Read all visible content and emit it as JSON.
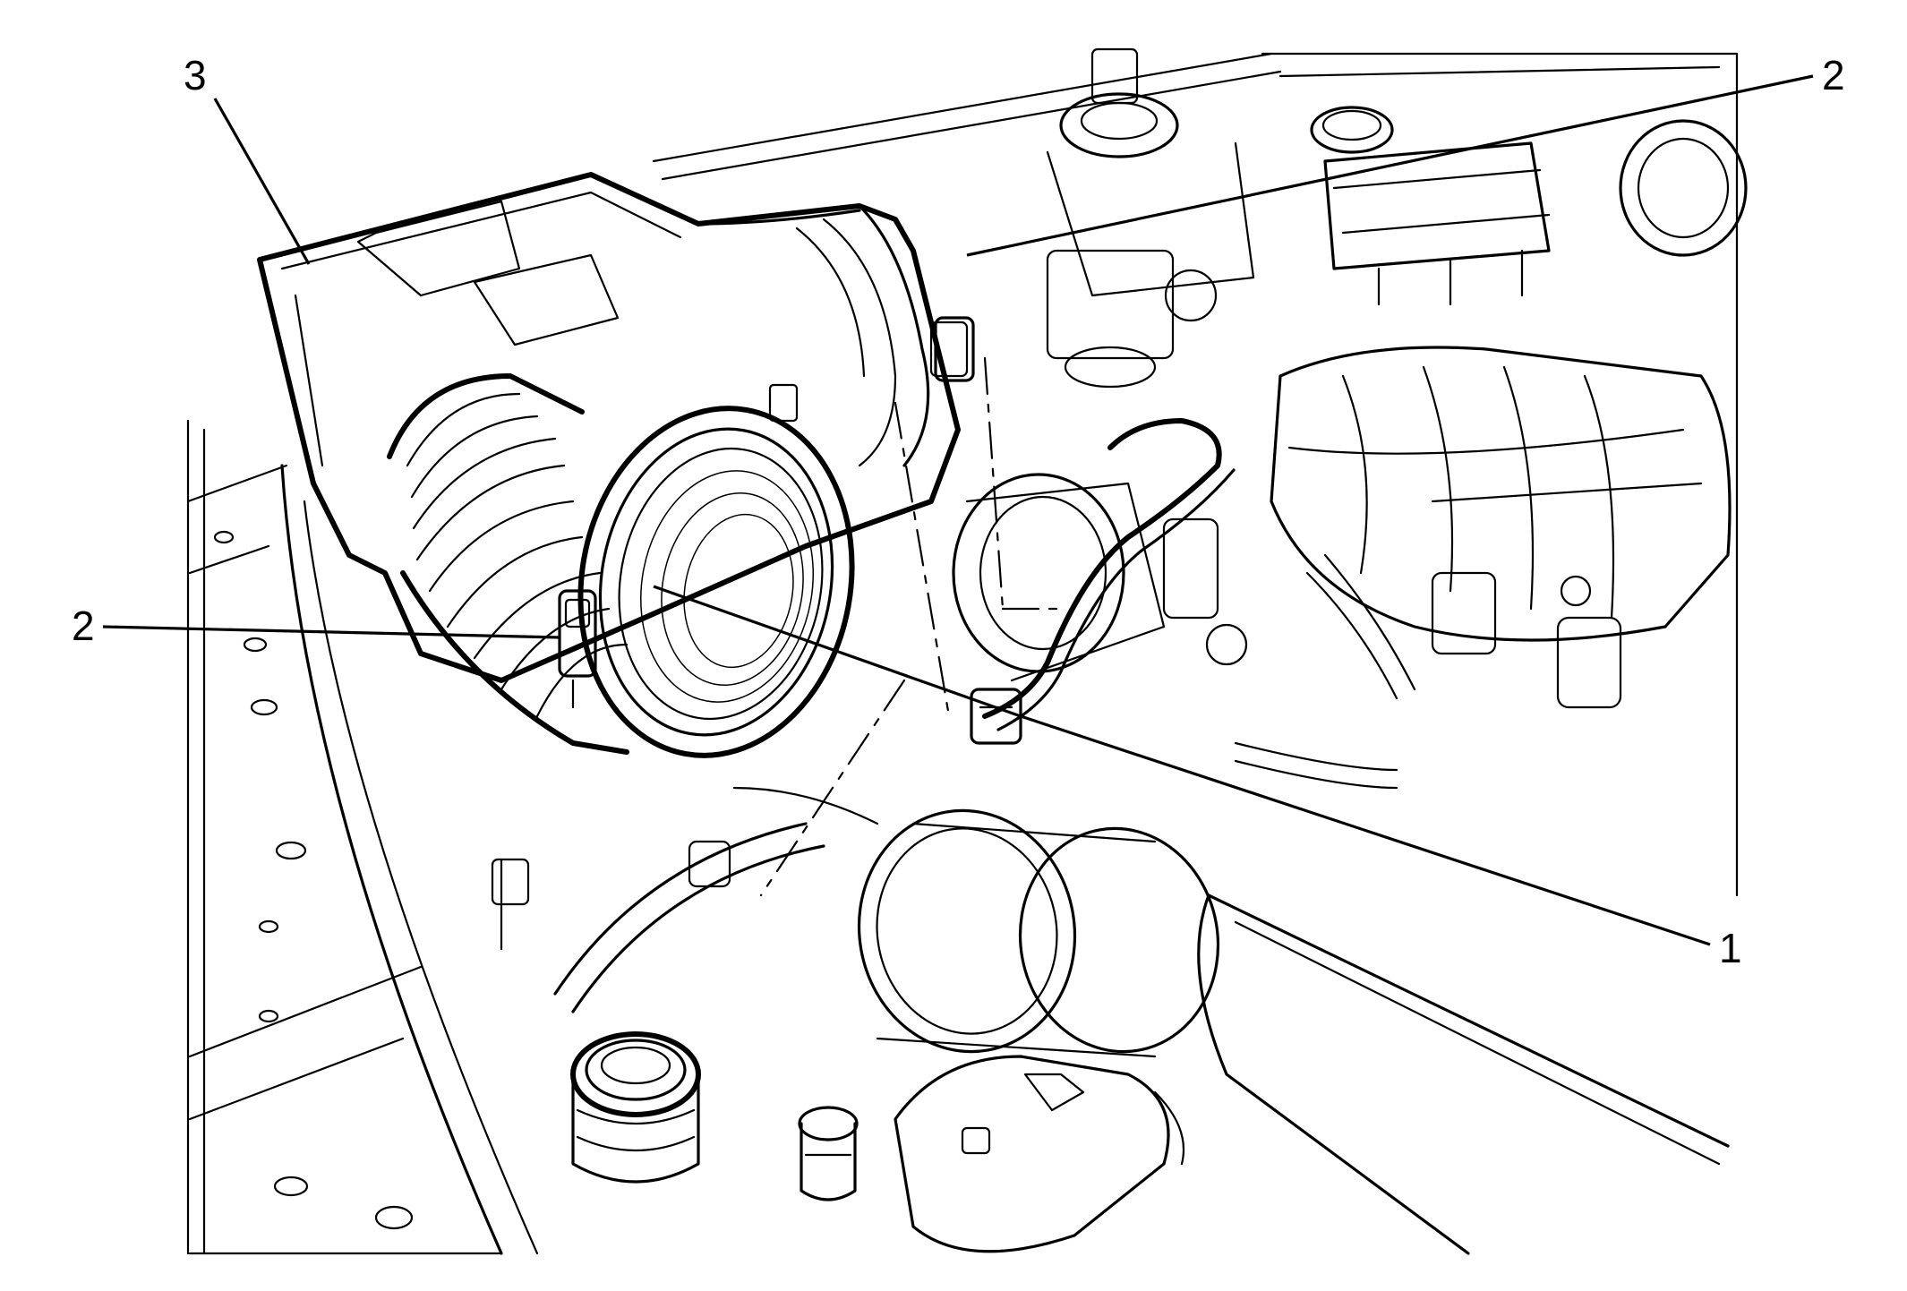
{
  "callouts": [
    {
      "id": "c3",
      "label": "3"
    },
    {
      "id": "c2a",
      "label": "2"
    },
    {
      "id": "c2b",
      "label": "2"
    },
    {
      "id": "c1",
      "label": "1"
    }
  ],
  "colors": {
    "ink": "#000000",
    "paper": "#ffffff"
  }
}
